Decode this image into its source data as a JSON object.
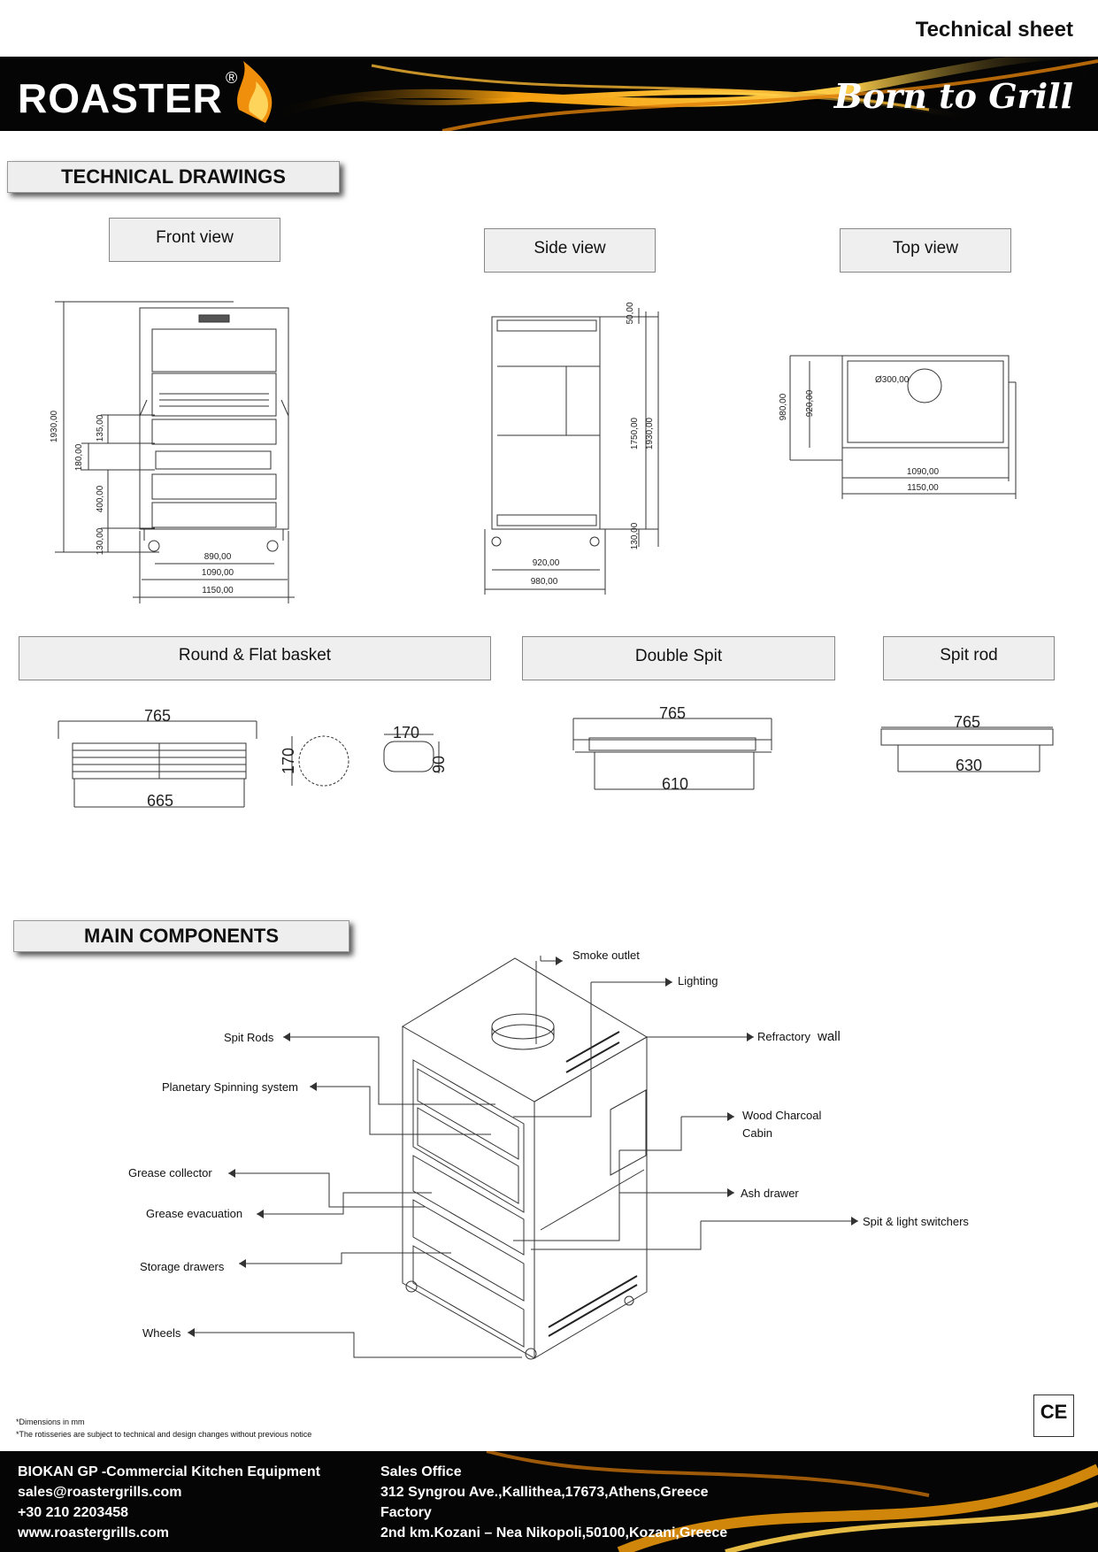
{
  "header": {
    "sheet_title": "Technical sheet"
  },
  "banner": {
    "logo": "ROASTER",
    "reg": "®",
    "slogan": "Born to Grill",
    "accent": "#f4a20f"
  },
  "sections": {
    "drawings": "TECHNICAL DRAWINGS",
    "components": "MAIN COMPONENTS"
  },
  "views": {
    "front": "Front view",
    "side": "Side view",
    "top": "Top view",
    "basket": "Round & Flat basket",
    "double_spit": "Double Spit",
    "spit_rod": "Spit rod"
  },
  "front_dims": {
    "total_h": "1930,00",
    "d135": "135,00",
    "d180": "180,00",
    "d400": "400,00",
    "d130": "130,00",
    "w890": "890,00",
    "w1090": "1090,00",
    "w1150": "1150,00"
  },
  "side_dims": {
    "d50": "50,00",
    "h1750": "1750,00",
    "h1930": "1930,00",
    "d130": "130,00",
    "w920": "920,00",
    "w980": "980,00"
  },
  "top_dims": {
    "diam": "Ø300,00",
    "d980": "980,00",
    "d920": "920,00",
    "w1090": "1090,00",
    "w1150": "1150,00"
  },
  "basket_dims": {
    "top": "765",
    "bottom": "665",
    "round_d": "170",
    "flat_w": "170",
    "flat_h": "90"
  },
  "double_spit_dims": {
    "top": "765",
    "bottom": "610"
  },
  "spit_rod_dims": {
    "top": "765",
    "bottom": "630"
  },
  "components": {
    "smoke_outlet": "Smoke outlet",
    "lighting": "Lighting",
    "refractory": "Refractory",
    "refractory_wall": "wall",
    "spit_rods": "Spit Rods",
    "planetary": "Planetary Spinning system",
    "wood_line1": "Wood Charcoal",
    "wood_line2": "Cabin",
    "grease_collector": "Grease collector",
    "ash_drawer": "Ash drawer",
    "grease_evacuation": "Grease evacuation",
    "switchers": "Spit & light switchers",
    "storage": "Storage drawers",
    "wheels": "Wheels"
  },
  "notes": {
    "line1": "Dimensions in mm",
    "line2": "The rotisseries are subject to technical and design changes without previous notice"
  },
  "ce": "CE",
  "footer": {
    "company": "BIOKAN GP -Commercial Kitchen Equipment",
    "email": "sales@roastergrills.com",
    "phone": "+30 210 2203458",
    "web": "www.roastergrills.com",
    "sales_label": "Sales Office",
    "sales_address": "312 Syngrou Ave.,Kallithea,17673,Athens,Greece",
    "factory_label": "Factory",
    "factory_address": "2nd km.Kozani – Nea Nikopoli,50100,Kozani,Greece"
  }
}
